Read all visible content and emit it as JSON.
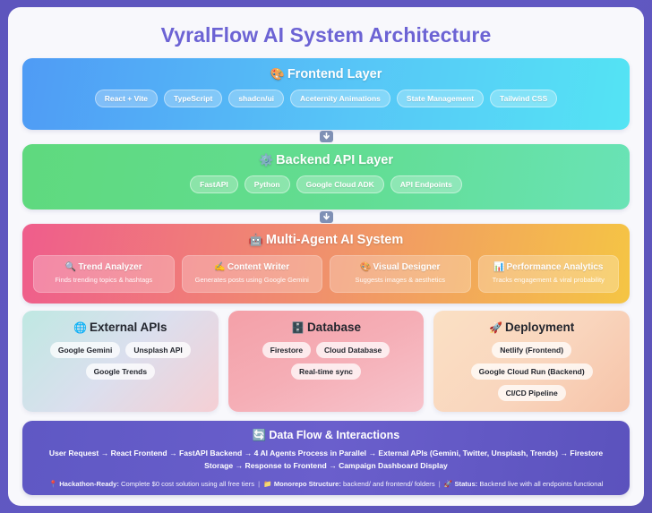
{
  "page": {
    "title": "VyralFlow AI System Architecture"
  },
  "layers": {
    "frontend": {
      "icon": "palette-icon",
      "emoji": "🎨",
      "title": "Frontend Layer",
      "chips": [
        "React + Vite",
        "TypeScript",
        "shadcn/ui",
        "Aceternity Animations",
        "State Management",
        "Tailwind CSS"
      ]
    },
    "backend": {
      "icon": "gear-icon",
      "emoji": "⚙️",
      "title": "Backend API Layer",
      "chips": [
        "FastAPI",
        "Python",
        "Google Cloud ADK",
        "API Endpoints"
      ]
    },
    "agents": {
      "icon": "robot-icon",
      "emoji": "🤖",
      "title": "Multi-Agent AI System",
      "cards": [
        {
          "emoji": "🔍",
          "icon": "magnifier-icon",
          "name": "Trend Analyzer",
          "desc": "Finds trending topics & hashtags"
        },
        {
          "emoji": "✍️",
          "icon": "writing-hand-icon",
          "name": "Content Writer",
          "desc": "Generates posts using Google Gemini"
        },
        {
          "emoji": "🎨",
          "icon": "palette-icon",
          "name": "Visual Designer",
          "desc": "Suggests images & aesthetics"
        },
        {
          "emoji": "📊",
          "icon": "bar-chart-icon",
          "name": "Performance Analytics",
          "desc": "Tracks engagement & viral probability"
        }
      ]
    }
  },
  "panels": [
    {
      "emoji": "🌐",
      "icon": "globe-icon",
      "title": "External APIs",
      "chips": [
        "Google Gemini",
        "Unsplash API",
        "Google Trends"
      ]
    },
    {
      "emoji": "🗄️",
      "icon": "database-icon",
      "title": "Database",
      "chips": [
        "Firestore",
        "Cloud Database",
        "Real-time sync"
      ]
    },
    {
      "emoji": "🚀",
      "icon": "rocket-icon",
      "title": "Deployment",
      "chips": [
        "Netlify (Frontend)",
        "Google Cloud Run (Backend)",
        "CI/CD Pipeline"
      ]
    }
  ],
  "dataflow": {
    "emoji": "🔄",
    "icon": "refresh-icon",
    "title": "Data Flow & Interactions",
    "body": "User Request → React Frontend → FastAPI Backend → 4 AI Agents Process in Parallel → External APIs (Gemini, Twitter, Unsplash, Trends) → Firestore Storage → Response to Frontend → Campaign Dashboard Display",
    "footer": {
      "item1_emoji": "📍",
      "item1_icon": "pin-icon",
      "item1_label": "Hackathon-Ready:",
      "item1_value": "Complete $0 cost solution using all free tiers",
      "item2_emoji": "📁",
      "item2_icon": "folder-icon",
      "item2_label": "Monorepo Structure:",
      "item2_value": "backend/ and frontend/ folders",
      "item3_emoji": "🚀",
      "item3_icon": "rocket-icon",
      "item3_label": "Status:",
      "item3_value": "Backend live with all endpoints functional",
      "separator": "|"
    }
  },
  "colors": {
    "page_bg": "#5d55bd",
    "card_bg": "#f8f8fc",
    "title": "#6c63d4",
    "frontend_start": "#4f9bf5",
    "frontend_end": "#54e4f4",
    "backend_start": "#5fd97e",
    "backend_end": "#69e3b6",
    "agents_start": "#ef5d8c",
    "agents_end": "#f5c544",
    "dataflow": "#6a5fcc",
    "connector": "#7f90b5"
  }
}
